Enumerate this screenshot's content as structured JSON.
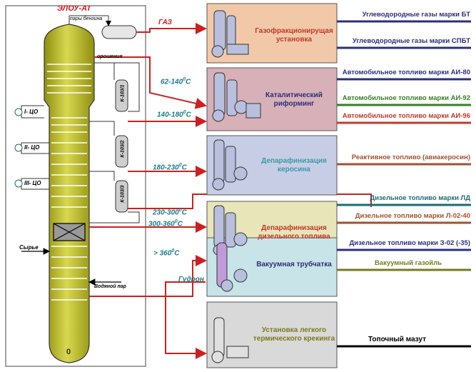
{
  "column": {
    "title": "ЭЛОУ-АТ",
    "vapor_label": "пары бензина",
    "reflux_label": "орошения",
    "co1": "I- ЦО",
    "co2": "II- ЦО",
    "co3": "III- ЦО",
    "k1": "К-103/1",
    "k2": "К-103/2",
    "k3": "К-103/3",
    "feed_label": "Сырье",
    "steam_label": "Водяной пар",
    "bottom_mark": "0"
  },
  "cuts": {
    "gas": "ГАЗ",
    "c1": "62-140",
    "c2": "140-180",
    "c3": "180-230",
    "c4": "230-300",
    "c5": "300-360",
    "c6": "> 360",
    "unit": "0C",
    "tar": "Гудрон"
  },
  "units": [
    {
      "title": "Газофракционирущая установка",
      "bg": "#f2c9a8",
      "color": "#c0392b"
    },
    {
      "title": "Каталитический риформинг",
      "bg": "#d8b0b8",
      "color": "#2b2f7a"
    },
    {
      "title": "Депарафинизация керосина",
      "bg": "#c8cde6",
      "color": "#3b9aa6"
    },
    {
      "title": "Депарафинизация дизельного топлива",
      "bg": "#e8e6b8",
      "color": "#c0392b"
    },
    {
      "title": "Вакуумная трубчатка",
      "bg": "#c8e4e8",
      "color": "#2b2f7a"
    },
    {
      "title": "Установка легкого термического крекинга",
      "bg": "#d9d9d9",
      "color": "#7a7a20"
    }
  ],
  "products": [
    {
      "label": "Углеводородные газы марки БТ",
      "color": "#2b2f7a"
    },
    {
      "label": "Углеводородные газы марки СПБТ",
      "color": "#2b2f7a"
    },
    {
      "label": "Автомобильное топливо марки АИ-80",
      "color": "#2b2f7a"
    },
    {
      "label": "Автомобильное топливо марки АИ-92",
      "color": "#3a7d2a"
    },
    {
      "label": "Автомобильное топливо марки АИ-96",
      "color": "#c0392b"
    },
    {
      "label": "Реактивное топливо (авиакеросин)",
      "color": "#a0522d"
    },
    {
      "label": "Дизельное топливо марки ЛД",
      "color": "#1d6a70"
    },
    {
      "label": "Дизельное топливо марки Л-02-40",
      "color": "#a0522d"
    },
    {
      "label": "Дизельное топливо марки З-02 (-35)",
      "color": "#2b2f7a"
    },
    {
      "label": "Вакуумный газойль",
      "color": "#7a7a20"
    },
    {
      "label": "Топочный мазут",
      "color": "#000000"
    }
  ]
}
